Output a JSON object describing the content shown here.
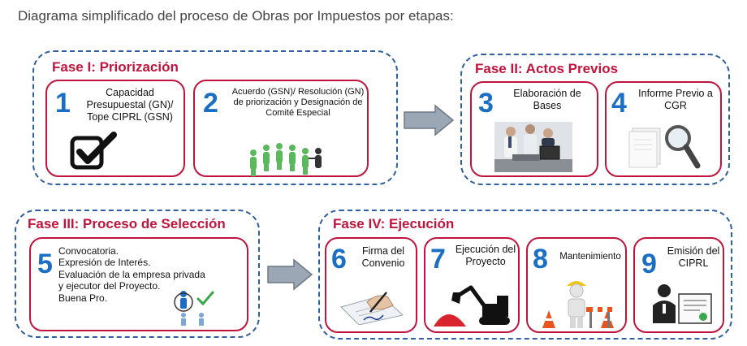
{
  "title": "Diagrama simplificado del proceso de Obras por Impuestos por etapas:",
  "colors": {
    "phase_border": "#2e5fa0",
    "step_border": "#c0143c",
    "phase_title": "#c0143c",
    "step_number": "#1a6fc4",
    "arrow": "#9ba7b5"
  },
  "phases": [
    {
      "title": "Fase I: Priorización"
    },
    {
      "title": "Fase II: Actos Previos"
    },
    {
      "title": "Fase III: Proceso de Selección"
    },
    {
      "title": "Fase IV: Ejecución"
    }
  ],
  "steps": [
    {
      "number": "1",
      "text": "Capacidad Presupuestal (GN)/ Tope CIPRL (GSN)",
      "icon": "checkbox-check-icon"
    },
    {
      "number": "2",
      "text": "Acuerdo  (GSN)/ Resolución (GN) de priorización y Designación de Comité Especial",
      "icon": "committee-people-icon"
    },
    {
      "number": "3",
      "text": "Elaboración de Bases",
      "icon": "office-meeting-icon"
    },
    {
      "number": "4",
      "text": "Informe Previo a CGR",
      "icon": "magnifier-document-icon"
    },
    {
      "number": "5",
      "lines": [
        "Convocatoria.",
        "Expresión de Interés.",
        "Evaluación  de  la empresa privada",
        "y ejecutor del Proyecto.",
        "Buena Pro."
      ],
      "icon": "selection-people-icon"
    },
    {
      "number": "6",
      "text": "Firma del Convenio",
      "icon": "signing-contract-icon"
    },
    {
      "number": "7",
      "text": "Ejecución del Proyecto",
      "icon": "excavator-icon"
    },
    {
      "number": "8",
      "text": "Mantenimiento",
      "icon": "worker-cones-icon"
    },
    {
      "number": "9",
      "text": "Emisión del CIPRL",
      "icon": "certificate-icon"
    }
  ]
}
